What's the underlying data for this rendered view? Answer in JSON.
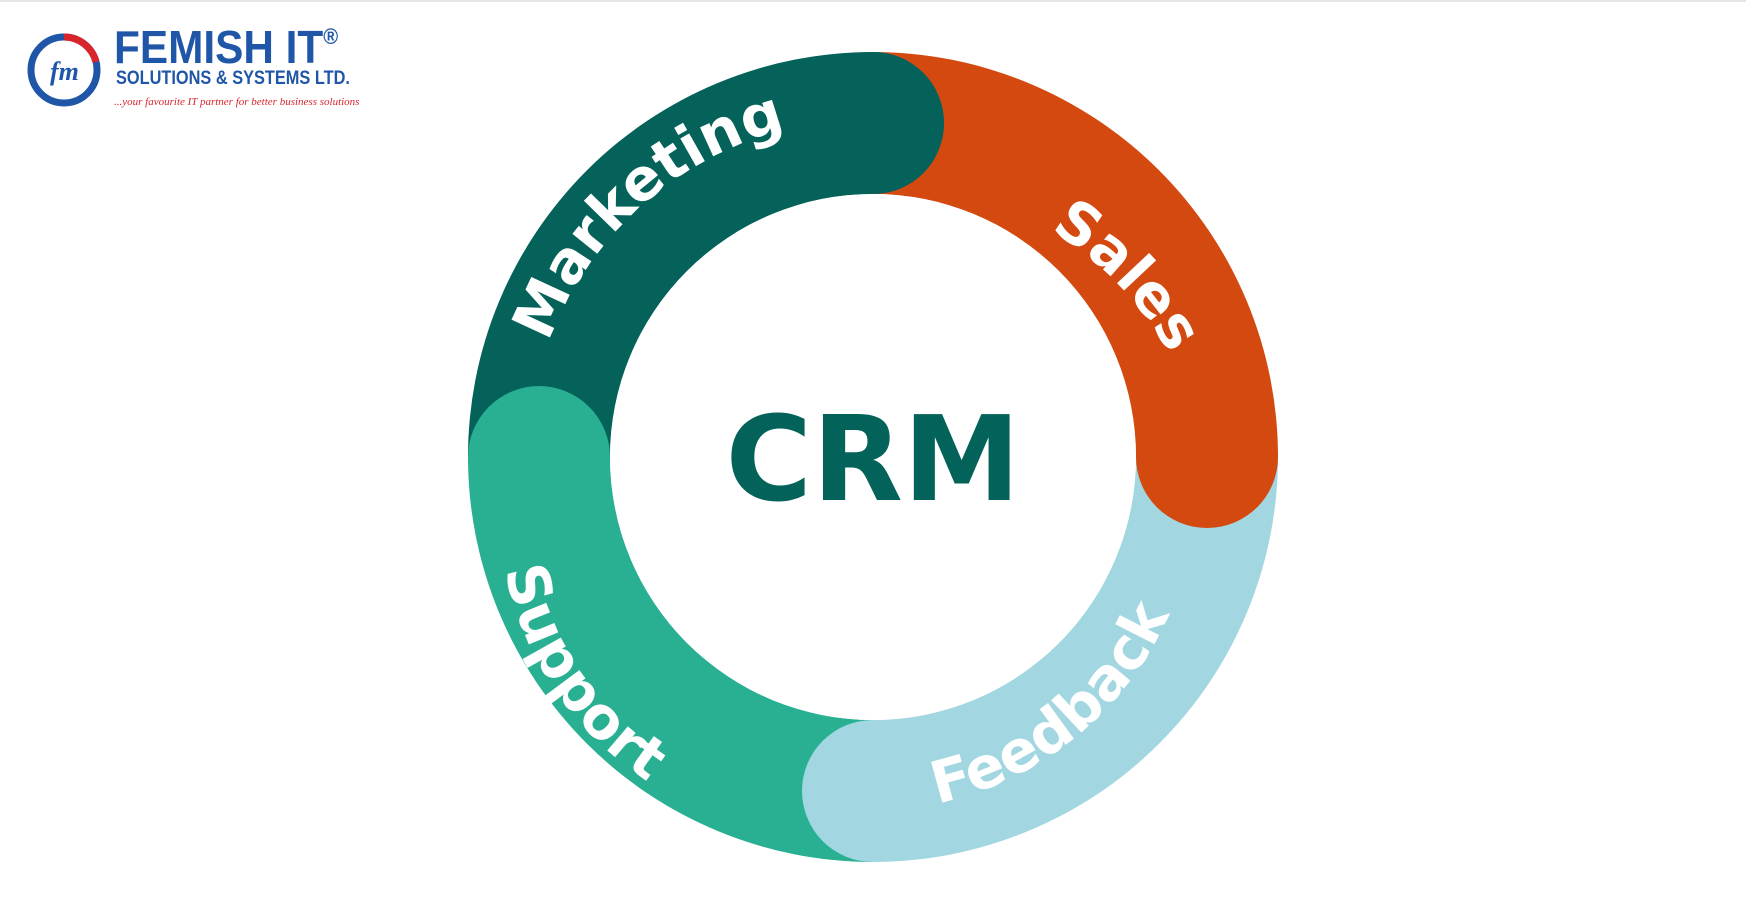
{
  "logo": {
    "title": "FEMISH IT",
    "reg_mark": "®",
    "subtitle": "SOLUTIONS & SYSTEMS LTD.",
    "tagline": "...your favourite IT partner for better business solutions",
    "monogram": "fm",
    "icon": "femish-logo-mark"
  },
  "diagram": {
    "center": "CRM",
    "segments": [
      {
        "label": "Marketing",
        "color": "#04625b"
      },
      {
        "label": "Sales",
        "color": "#d4490f"
      },
      {
        "label": "Feedback",
        "color": "#a2d7e2"
      },
      {
        "label": "Support",
        "color": "#29b093"
      }
    ]
  },
  "colors": {
    "brand_blue": "#1f56a8",
    "brand_red": "#d8242b",
    "center_text": "#03625a"
  }
}
